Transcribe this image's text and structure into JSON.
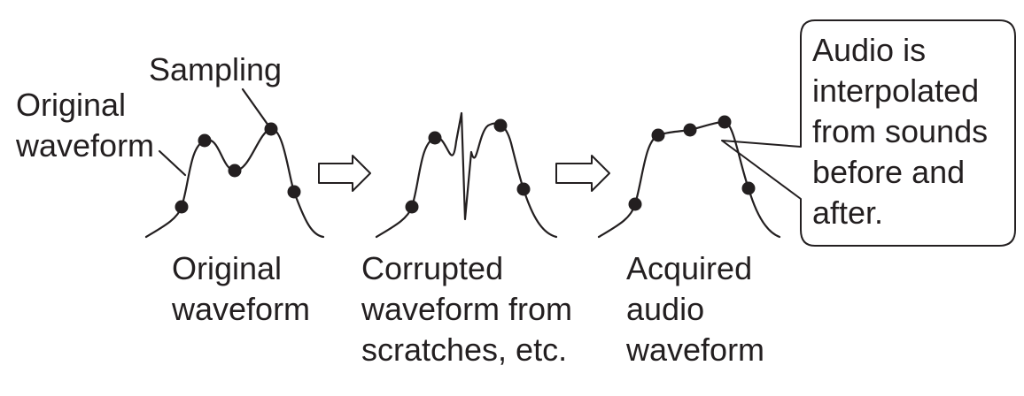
{
  "annotations": {
    "original_waveform": [
      "Original",
      "waveform"
    ],
    "sampling": "Sampling"
  },
  "captions": {
    "original": [
      "Original",
      "waveform"
    ],
    "corrupted": [
      "Corrupted",
      "waveform from",
      "scratches, etc."
    ],
    "acquired": [
      "Acquired",
      "audio",
      "waveform"
    ]
  },
  "callout": [
    "Audio is",
    "interpolated",
    "from sounds",
    "before and",
    "after."
  ],
  "colors": {
    "stroke": "#231f20",
    "background": "#ffffff"
  }
}
